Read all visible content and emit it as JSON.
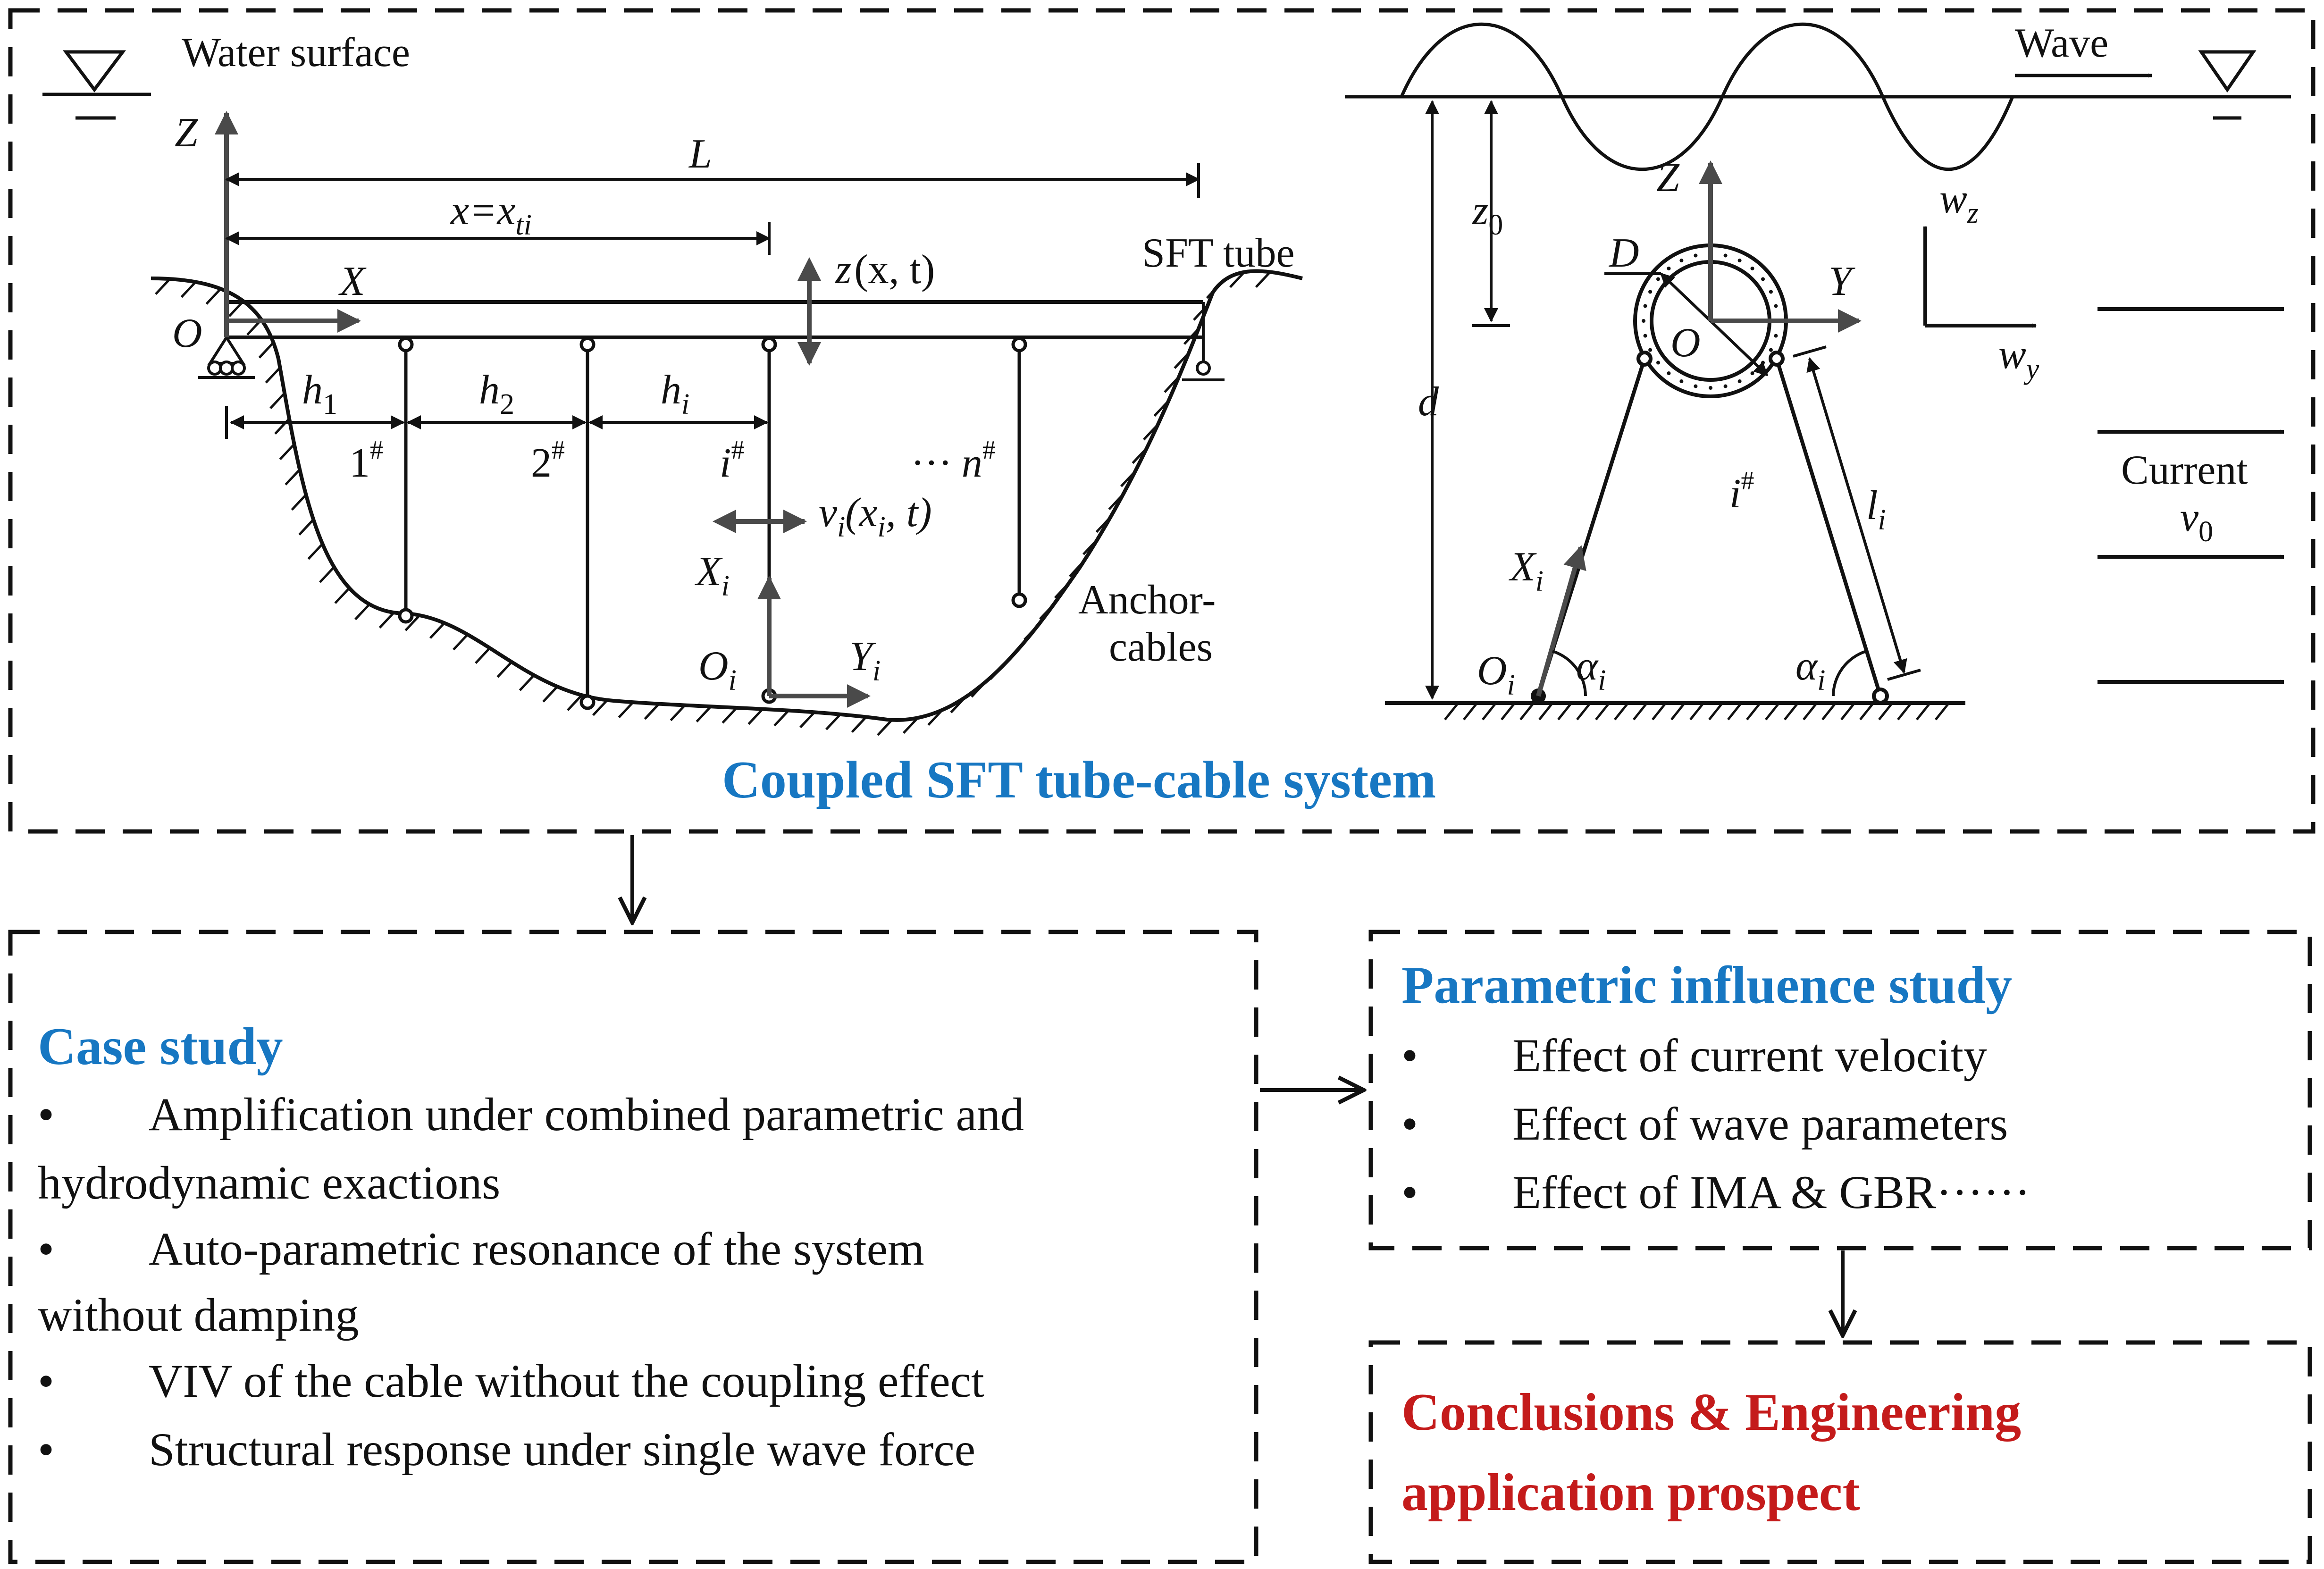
{
  "colors": {
    "heading_blue": "#1777c2",
    "heading_red": "#c41b1b",
    "line": "#111111",
    "arrow_gray": "#4a4a4a"
  },
  "top_panel": {
    "title": "Coupled SFT tube-cable system",
    "water_surface": "Water surface",
    "wave": "Wave",
    "sft_tube": "SFT tube",
    "anchor_line1": "Anchor-",
    "anchor_line2": "cables",
    "current": "Current",
    "sym": {
      "Z": "Z",
      "L": "L",
      "X": "X",
      "O": "O",
      "Y": "Y",
      "d": "d",
      "D": "D",
      "x_eq": "x",
      "x_eq_rhs": "=x",
      "ti": "ti",
      "z_xt": "z",
      "z_xt_args": "(x, t)",
      "h1": "h",
      "h1_sub": "1",
      "h2": "h",
      "h2_sub": "2",
      "hi": "h",
      "hi_sub": "i",
      "c1": "1",
      "c2": "2",
      "ci": "i",
      "cn": "n",
      "dots": "···",
      "hash": "#",
      "vi": "v",
      "vi_sub": "i",
      "vi_args_open": "(x",
      "vi_args_sub": "i",
      "vi_args_close": ", t)",
      "Xi": "X",
      "Xi_sub": "i",
      "Oi": "O",
      "Oi_sub": "i",
      "Yi": "Y",
      "Yi_sub": "i",
      "z0": "z",
      "z0_sub": "0",
      "wz": "w",
      "wz_sub": "z",
      "wy": "w",
      "wy_sub": "y",
      "li": "l",
      "li_sub": "i",
      "alpha": "α",
      "alpha_sub": "i",
      "v0": "v",
      "v0_sub": "0"
    }
  },
  "case_study": {
    "title": "Case study",
    "items": [
      {
        "bullet": "•",
        "line1": "Amplification under combined parametric and",
        "line2": "hydrodynamic exactions"
      },
      {
        "bullet": "•",
        "line1": "Auto-parametric resonance of the system",
        "line2": "without damping"
      },
      {
        "bullet": "•",
        "line1": "VIV of the cable without the coupling effect"
      },
      {
        "bullet": "•",
        "line1": "Structural response under single wave force"
      }
    ]
  },
  "parametric": {
    "title": "Parametric influence study",
    "items": [
      {
        "bullet": "•",
        "text": "Effect of current velocity"
      },
      {
        "bullet": "•",
        "text": "Effect of wave parameters"
      },
      {
        "bullet": "•",
        "text": "Effect of IMA & GBR······"
      }
    ]
  },
  "conclusions": {
    "line1": "Conclusions & Engineering",
    "line2": "application prospect"
  }
}
